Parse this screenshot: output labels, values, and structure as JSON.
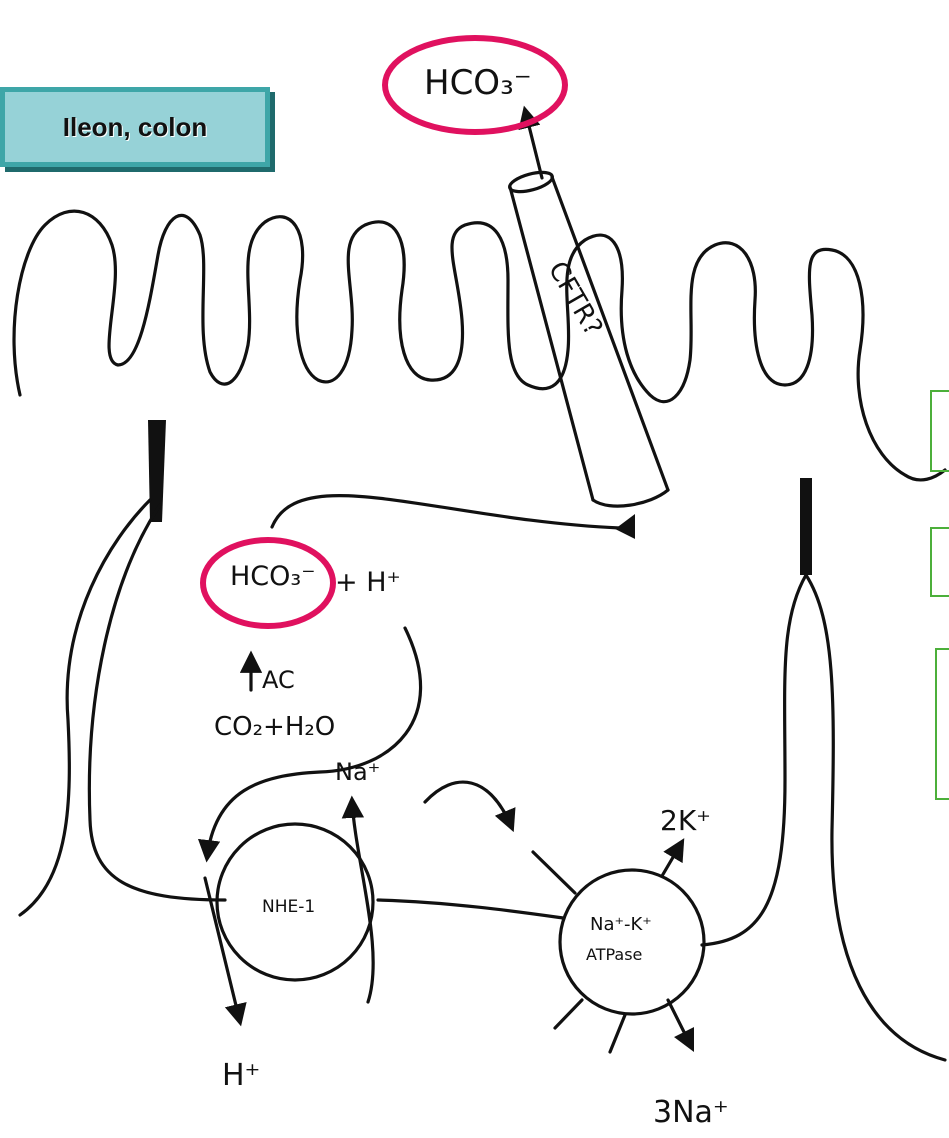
{
  "region_label": "Ileon, colon",
  "labels": {
    "bicarbonate_lumen": "HCO₃⁻",
    "bicarbonate_cell": "HCO₃⁻",
    "proton_cell": "+ H⁺",
    "enzyme": "AC",
    "substrates": "CO₂+H₂O",
    "channel": "CFTR?",
    "exchanger": "NHE-1",
    "sodium_in": "Na⁺",
    "proton_out": "H⁺",
    "pump_line1": "Na⁺-K⁺",
    "pump_line2": "ATPase",
    "potassium": "2K⁺",
    "sodium_out": "3Na⁺"
  },
  "colors": {
    "highlight_ring": "#e0115f",
    "callout_fill": "#96d2d7",
    "callout_border": "#3ea6a8",
    "side_box_border": "#4caf3a",
    "ink": "#111111"
  }
}
